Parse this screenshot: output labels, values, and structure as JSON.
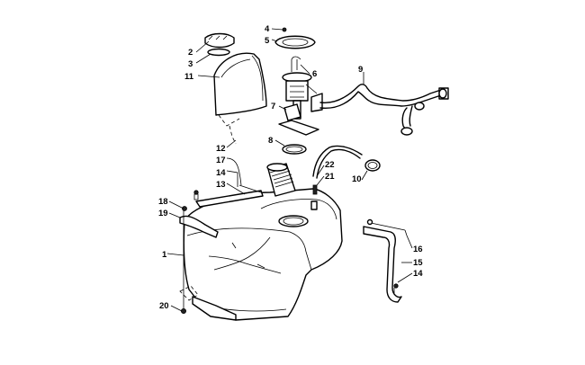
{
  "callouts": {
    "c1": "1",
    "c2": "2",
    "c3": "3",
    "c4": "4",
    "c5": "5",
    "c6": "6",
    "c7": "7",
    "c8": "8",
    "c9": "9",
    "c10": "10",
    "c11": "11",
    "c12": "12",
    "c13": "13",
    "c14a": "14",
    "c14b": "14",
    "c15": "15",
    "c16": "16",
    "c17": "17",
    "c18": "18",
    "c19": "19",
    "c20": "20",
    "c21": "21",
    "c22": "22"
  }
}
